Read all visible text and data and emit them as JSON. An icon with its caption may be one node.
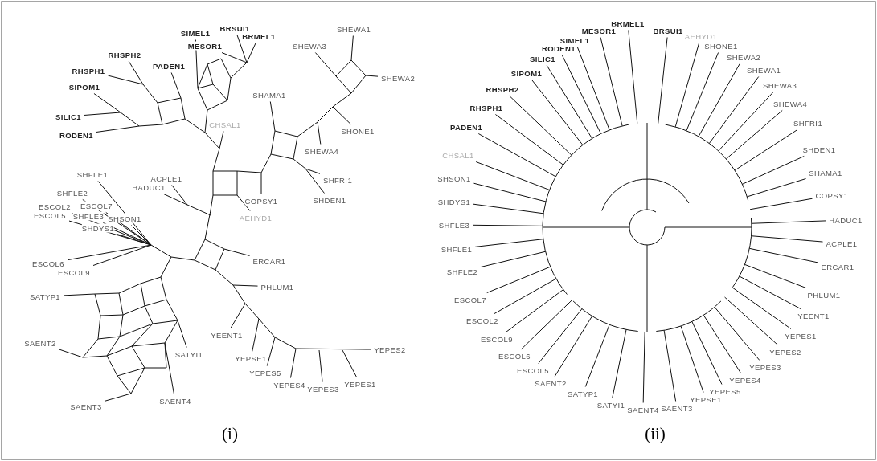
{
  "diagram": {
    "labels": [
      "BRSUI1",
      "SHEWA1",
      "SIMEL1",
      "BRMEL1",
      "MESOR1",
      "SHEWA3",
      "RHSPH2",
      "PADEN1",
      "RHSPH1",
      "SHEWA2",
      "SIPOM1",
      "SHAMA1",
      "SILIC1",
      "CHSAL1",
      "SHONE1",
      "RODEN1",
      "SHEWA4",
      "SHFLE1",
      "ACPLE1",
      "SHFRI1",
      "HADUC1",
      "SHFLE2",
      "COPSY1",
      "SHDEN1",
      "ESCOL7",
      "ESCOL2",
      "ESCOL5",
      "SHFLE3",
      "SHSON1",
      "AEHYD1",
      "SHDYS1",
      "ERCAR1",
      "ESCOL6",
      "ESCOL9",
      "PHLUM1",
      "SATYP1",
      "YEENT1",
      "SAENT2",
      "YEPES2",
      "SATYI1",
      "YEPSE1",
      "YEPES5",
      "YEPES1",
      "YEPES4",
      "YEPES3",
      "SAENT4",
      "SAENT3",
      "(i)",
      "BRMEL1",
      "MESOR1",
      "BRSUI1",
      "AEHYD1",
      "SIMEL1",
      "SHONE1",
      "RODEN1",
      "SHEWA2",
      "SILIC1",
      "SHEWA1",
      "SIPOM1",
      "SHEWA3",
      "RHSPH2",
      "SHEWA4",
      "RHSPH1",
      "SHFRI1",
      "PADEN1",
      "SHDEN1",
      "CHSAL1",
      "SHAMA1",
      "SHSON1",
      "COPSY1",
      "SHDYS1",
      "HADUC1",
      "SHFLE3",
      "ACPLE1",
      "SHFLE1",
      "ERCAR1",
      "SHFLE2",
      "PHLUM1",
      "ESCOL7",
      "YEENT1",
      "ESCOL2",
      "YEPES1",
      "ESCOL9",
      "YEPES2",
      "ESCOL6",
      "YEPES3",
      "ESCOL5",
      "YEPES4",
      "SAENT2",
      "YEPES5",
      "SATYP1",
      "YEPSE1",
      "SATYI1",
      "SAENT3",
      "SAENT4",
      "(ii)"
    ]
  }
}
